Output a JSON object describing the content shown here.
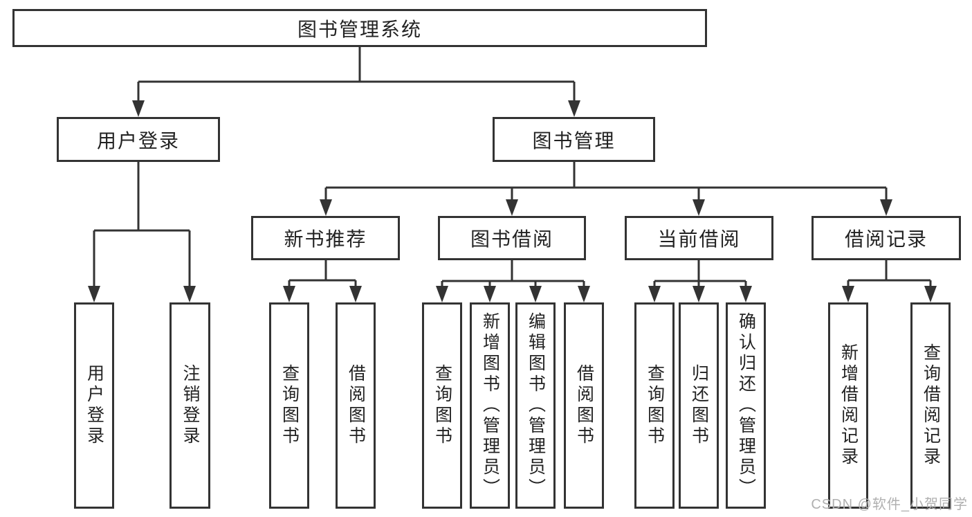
{
  "tree": {
    "root": {
      "label": "图书管理系统"
    },
    "branches": [
      {
        "label": "用户登录",
        "children": [
          {
            "label": "用户登录"
          },
          {
            "label": "注销登录"
          }
        ]
      },
      {
        "label": "图书管理",
        "groups": [
          {
            "label": "新书推荐",
            "children": [
              {
                "label": "查询图书"
              },
              {
                "label": "借阅图书"
              }
            ]
          },
          {
            "label": "图书借阅",
            "children": [
              {
                "label": "查询图书"
              },
              {
                "label": "新增图书（管理员）"
              },
              {
                "label": "编辑图书（管理员）"
              },
              {
                "label": "借阅图书"
              }
            ]
          },
          {
            "label": "当前借阅",
            "children": [
              {
                "label": "查询图书"
              },
              {
                "label": "归还图书"
              },
              {
                "label": "确认归还（管理员）"
              }
            ]
          },
          {
            "label": "借阅记录",
            "children": [
              {
                "label": "新增借阅记录"
              },
              {
                "label": "查询借阅记录"
              }
            ]
          }
        ]
      }
    ]
  },
  "watermark": {
    "text": "CSDN @软件_小贺同学"
  },
  "colors": {
    "line": "#333333",
    "text": "#222222",
    "background": "#ffffff",
    "watermark": "#b0b0b0"
  }
}
